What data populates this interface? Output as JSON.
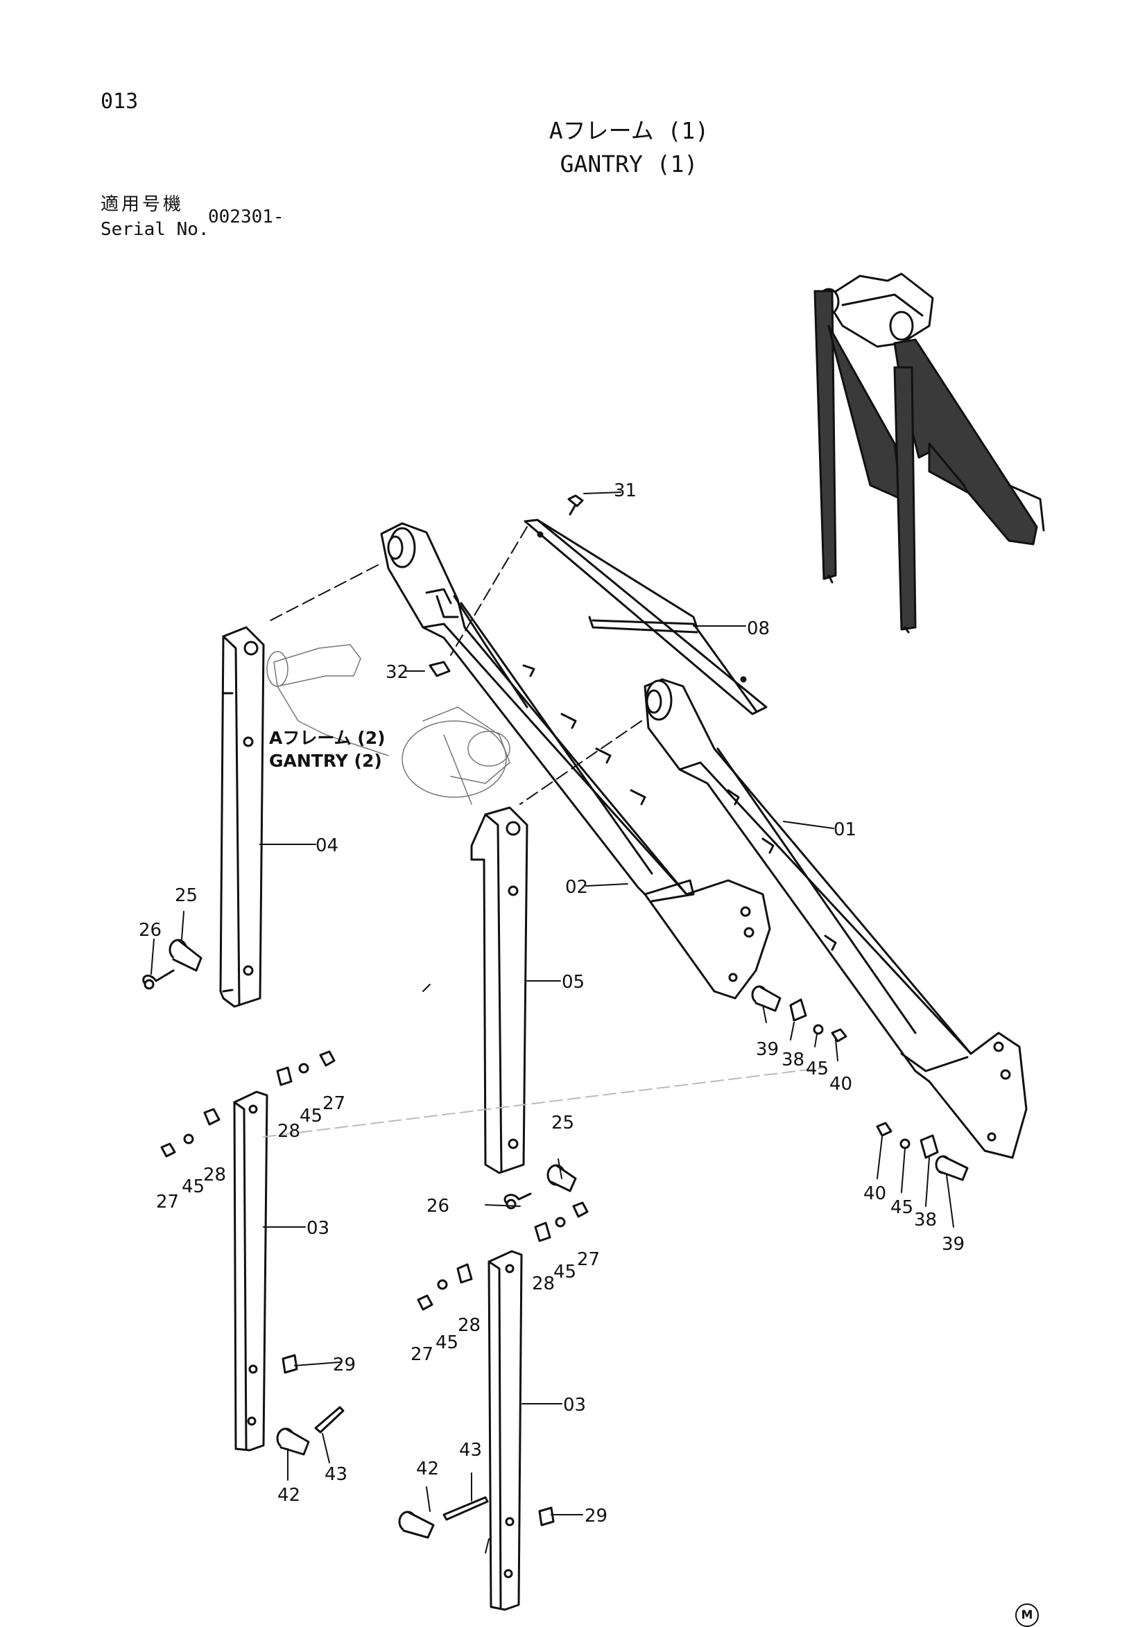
{
  "header": {
    "page_number": "013",
    "title_jp": "Aフレーム (1)",
    "title_en": "GANTRY (1)",
    "serial_label_jp": "適用号機",
    "serial_label_en": "Serial No.",
    "serial_value": "002301-"
  },
  "reference": {
    "label_jp": "Aフレーム (2)",
    "label_en": "GANTRY (2)"
  },
  "callouts": [
    "31",
    "08",
    "32",
    "01",
    "04",
    "02",
    "05",
    "25",
    "26",
    "39",
    "38",
    "45",
    "40",
    "27",
    "45",
    "28",
    "28",
    "45",
    "27",
    "03",
    "29",
    "42",
    "43",
    "25",
    "26",
    "40",
    "45",
    "38",
    "39",
    "28",
    "45",
    "27",
    "27",
    "45",
    "28",
    "03",
    "42",
    "43",
    "29"
  ],
  "footer": {
    "mark": "M"
  },
  "colors": {
    "ink": "#111111",
    "paper": "#ffffff",
    "shade": "#3a3a3a"
  }
}
